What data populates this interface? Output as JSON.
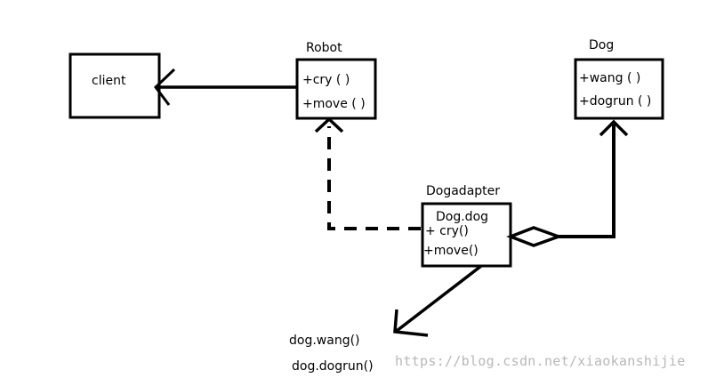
{
  "client": {
    "label": "client"
  },
  "robot": {
    "title": "Robot",
    "methods": [
      "+cry ( )",
      "+move ( )"
    ]
  },
  "dog": {
    "title": "Dog",
    "methods": [
      "+wang ( )",
      "+dogrun ( )"
    ]
  },
  "adapter": {
    "title": "Dogadapter",
    "field": "Dog.dog",
    "methods": [
      "+ cry()",
      "+move()"
    ]
  },
  "notes": [
    "dog.wang()",
    "dog.dogrun()"
  ],
  "watermark": "https://blog.csdn.net/xiaokanshijie"
}
